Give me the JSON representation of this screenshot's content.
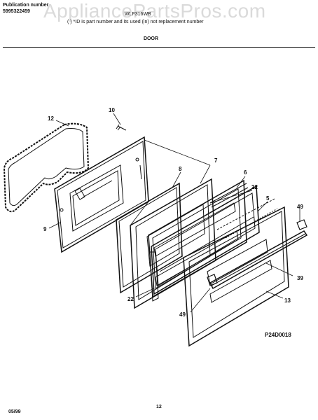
{
  "header": {
    "pub_label": "Publication number",
    "pub_number": "5995322459",
    "model": "WLF316WB",
    "note": "( ) *ID is  part number and its used (in) not replacement number",
    "watermark": "AppliancePartsPros.com"
  },
  "section_title": "DOOR",
  "callouts": {
    "c12": "12",
    "c10": "10",
    "c8": "8",
    "c7": "7",
    "c6": "6",
    "c22a": "22",
    "c5": "5",
    "c49a": "49",
    "c9": "9",
    "c22b": "22",
    "c39": "39",
    "c13": "13",
    "c49b": "49"
  },
  "diagram_code": "P24D0018",
  "footer": {
    "date": "05/99",
    "page": "12"
  }
}
